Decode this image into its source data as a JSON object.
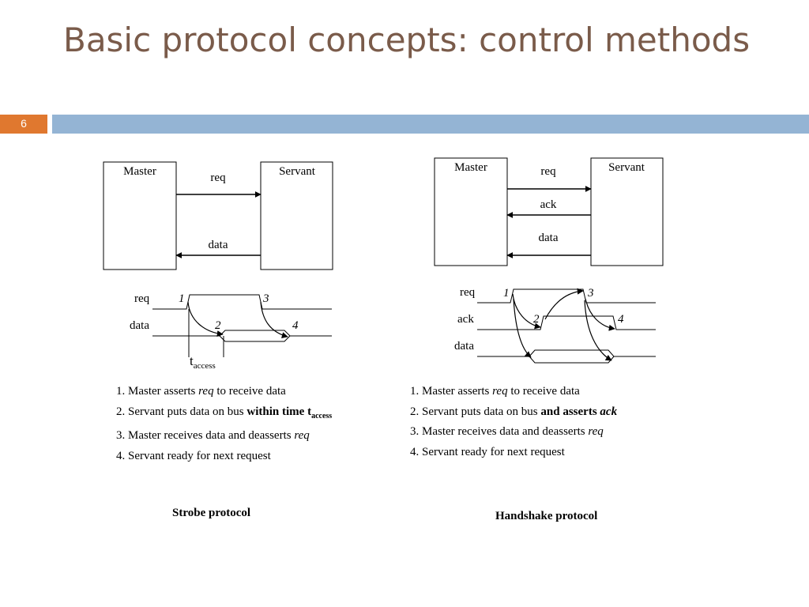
{
  "slide": {
    "title": "Basic protocol concepts: control methods",
    "number": "6"
  },
  "colors": {
    "title": "#7a5b4a",
    "accent_bar": "#94b4d4",
    "slide_number_bg": "#e0782f"
  },
  "strobe": {
    "master_label": "Master",
    "servant_label": "Servant",
    "req_label": "req",
    "data_label": "data",
    "timing": {
      "req_label": "req",
      "data_label": "data",
      "mark_1": "1",
      "mark_2": "2",
      "mark_3": "3",
      "mark_4": "4",
      "t_main": "t",
      "t_sub": "access"
    },
    "steps": {
      "s1_pre": "1. Master asserts ",
      "s1_em": "req",
      "s1_post": " to receive data",
      "s2_pre": "2. Servant puts data on bus ",
      "s2_bold": "within time t",
      "s2_sub": "access",
      "s3_pre": "3. Master receives data and deasserts ",
      "s3_em": "req",
      "s4": "4. Servant ready for next request"
    },
    "protocol_name": "Strobe protocol"
  },
  "handshake": {
    "master_label": "Master",
    "servant_label": "Servant",
    "req_label": "req",
    "ack_label": "ack",
    "data_label": "data",
    "timing": {
      "req_label": "req",
      "ack_label": "ack",
      "data_label": "data",
      "mark_1": "1",
      "mark_2": "2",
      "mark_3": "3",
      "mark_4": "4"
    },
    "steps": {
      "s1_pre": "1. Master asserts ",
      "s1_em": "req",
      "s1_post": " to receive data",
      "s2_pre": "2. Servant puts data on bus ",
      "s2_bold": "and asserts ",
      "s2_bold_em": "ack",
      "s3_pre": "3. Master receives data and deasserts ",
      "s3_em": "req",
      "s4": "4. Servant ready for next request"
    },
    "protocol_name": "Handshake protocol"
  }
}
